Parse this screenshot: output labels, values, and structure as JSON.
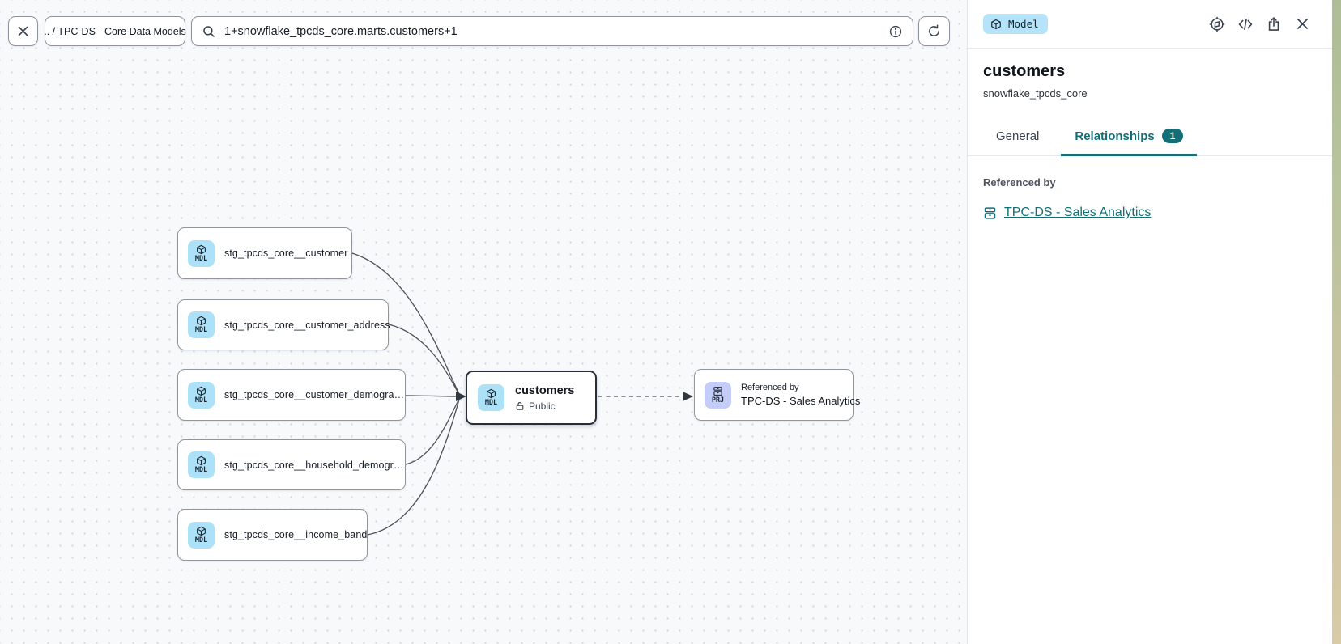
{
  "topbar": {
    "breadcrumb": ".. / TPC-DS - Core Data Models",
    "search_value": "1+snowflake_tpcds_core.marts.customers+1"
  },
  "canvas": {
    "upstream_nodes": [
      {
        "badge": "MDL",
        "label": "stg_tpcds_core__customer"
      },
      {
        "badge": "MDL",
        "label": "stg_tpcds_core__customer_address"
      },
      {
        "badge": "MDL",
        "label": "stg_tpcds_core__customer_demogra…"
      },
      {
        "badge": "MDL",
        "label": "stg_tpcds_core__household_demogr…"
      },
      {
        "badge": "MDL",
        "label": "stg_tpcds_core__income_band"
      }
    ],
    "center_node": {
      "badge": "MDL",
      "title": "customers",
      "visibility": "Public"
    },
    "ref_node": {
      "badge": "PRJ",
      "kicker": "Referenced by",
      "title": "TPC-DS - Sales Analytics"
    }
  },
  "panel": {
    "type_badge": "Model",
    "title": "customers",
    "subtitle": "snowflake_tpcds_core",
    "tabs": [
      {
        "label": "General"
      },
      {
        "label": "Relationships",
        "badge": "1"
      }
    ],
    "section_label": "Referenced by",
    "link_label": "TPC-DS - Sales Analytics"
  },
  "colors": {
    "accent_teal": "#136e75",
    "model_badge_bg": "#b5e3fa",
    "mdl_icon_bg": "#ade1f8",
    "prj_icon_bg": "#c4ccf9",
    "canvas_bg": "#f8f9fb"
  }
}
